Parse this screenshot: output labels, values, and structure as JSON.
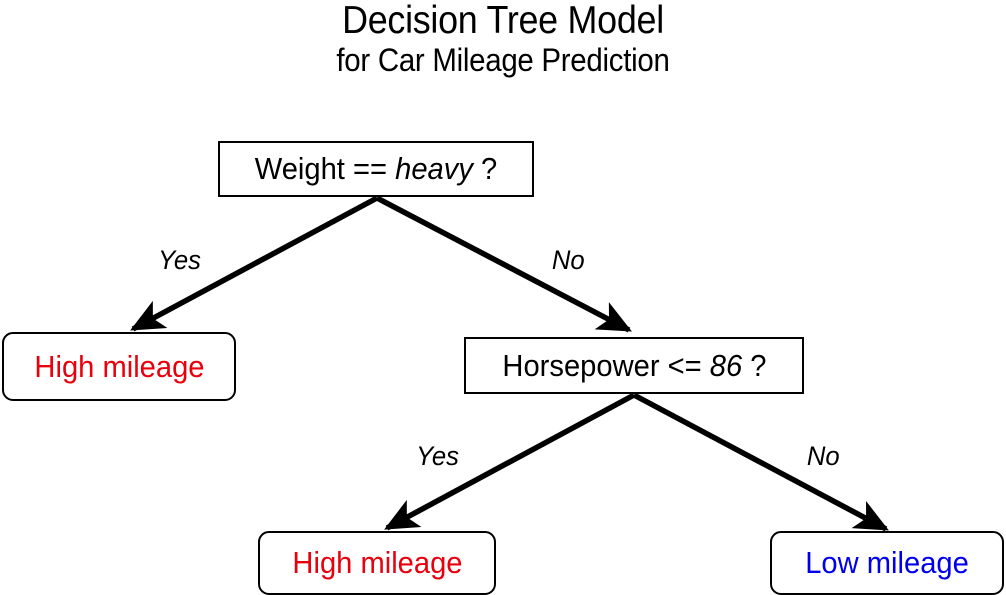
{
  "title": {
    "line1": "Decision Tree Model",
    "line2": "for Car Mileage Prediction"
  },
  "colors": {
    "high_mileage": "#e8000d",
    "low_mileage": "#0000ee",
    "node_border": "#000000",
    "edge": "#000000",
    "background": "#ffffff"
  },
  "nodes": {
    "root": {
      "id": "weight-decision",
      "type": "decision",
      "attribute": "Weight",
      "operator": "==",
      "threshold": "heavy",
      "text_prefix": "Weight == ",
      "text_value": "heavy",
      "text_suffix": " ?"
    },
    "leaf_left": {
      "id": "leaf-high-mileage-left",
      "type": "leaf",
      "label": "High mileage",
      "color": "#e8000d"
    },
    "mid": {
      "id": "horsepower-decision",
      "type": "decision",
      "attribute": "Horsepower",
      "operator": "<=",
      "threshold": "86",
      "text_prefix": "Horsepower <= ",
      "text_value": "86",
      "text_suffix": " ?"
    },
    "leaf_bottom_left": {
      "id": "leaf-high-mileage-bottom",
      "type": "leaf",
      "label": "High mileage",
      "color": "#e8000d"
    },
    "leaf_bottom_right": {
      "id": "leaf-low-mileage",
      "type": "leaf",
      "label": "Low mileage",
      "color": "#0000ee"
    }
  },
  "edges": [
    {
      "id": "root-yes",
      "from": "weight-decision",
      "to": "leaf-high-mileage-left",
      "label": "Yes"
    },
    {
      "id": "root-no",
      "from": "weight-decision",
      "to": "horsepower-decision",
      "label": "No"
    },
    {
      "id": "mid-yes",
      "from": "horsepower-decision",
      "to": "leaf-high-mileage-bottom",
      "label": "Yes"
    },
    {
      "id": "mid-no",
      "from": "horsepower-decision",
      "to": "leaf-low-mileage",
      "label": "No"
    }
  ],
  "chart_data": {
    "type": "tree",
    "title": "Decision Tree Model for Car Mileage Prediction",
    "root": {
      "test": "Weight == heavy ?",
      "branches": [
        {
          "condition": "Yes",
          "node": {
            "prediction": "High mileage"
          }
        },
        {
          "condition": "No",
          "node": {
            "test": "Horsepower <= 86 ?",
            "branches": [
              {
                "condition": "Yes",
                "node": {
                  "prediction": "High mileage"
                }
              },
              {
                "condition": "No",
                "node": {
                  "prediction": "Low mileage"
                }
              }
            ]
          }
        }
      ]
    }
  }
}
